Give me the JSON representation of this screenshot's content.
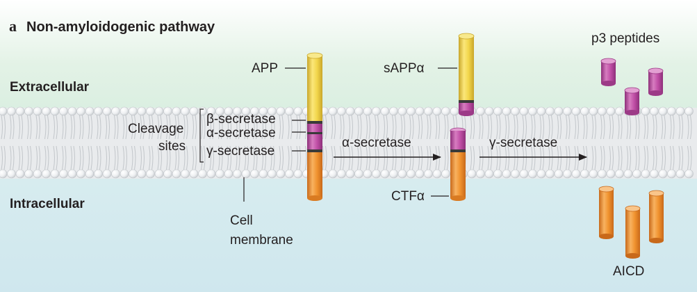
{
  "panel_letter": "a",
  "title": "Non-amyloidogenic pathway",
  "regions": {
    "extracellular": "Extracellular",
    "intracellular": "Intracellular",
    "cell_membrane_line1": "Cell",
    "cell_membrane_line2": "membrane"
  },
  "labels": {
    "app": "APP",
    "sappa": "sAPPα",
    "ctfa": "CTFα",
    "p3": "p3 peptides",
    "aicd": "AICD",
    "cleavage_line1": "Cleavage",
    "cleavage_line2": "sites",
    "beta": "β-secretase",
    "alpha": "α-secretase",
    "gamma": "γ-secretase"
  },
  "arrows": {
    "step1": "α-secretase",
    "step2": "γ-secretase"
  },
  "colors": {
    "yellow": "#f2d64b",
    "magenta": "#c04fa6",
    "orange": "#f0922e",
    "dark_band": "#3a3a3a",
    "extracellular_bg": "#dcefe2",
    "intracellular_bg": "#d6ebf0",
    "membrane": "#e6e8ea"
  }
}
